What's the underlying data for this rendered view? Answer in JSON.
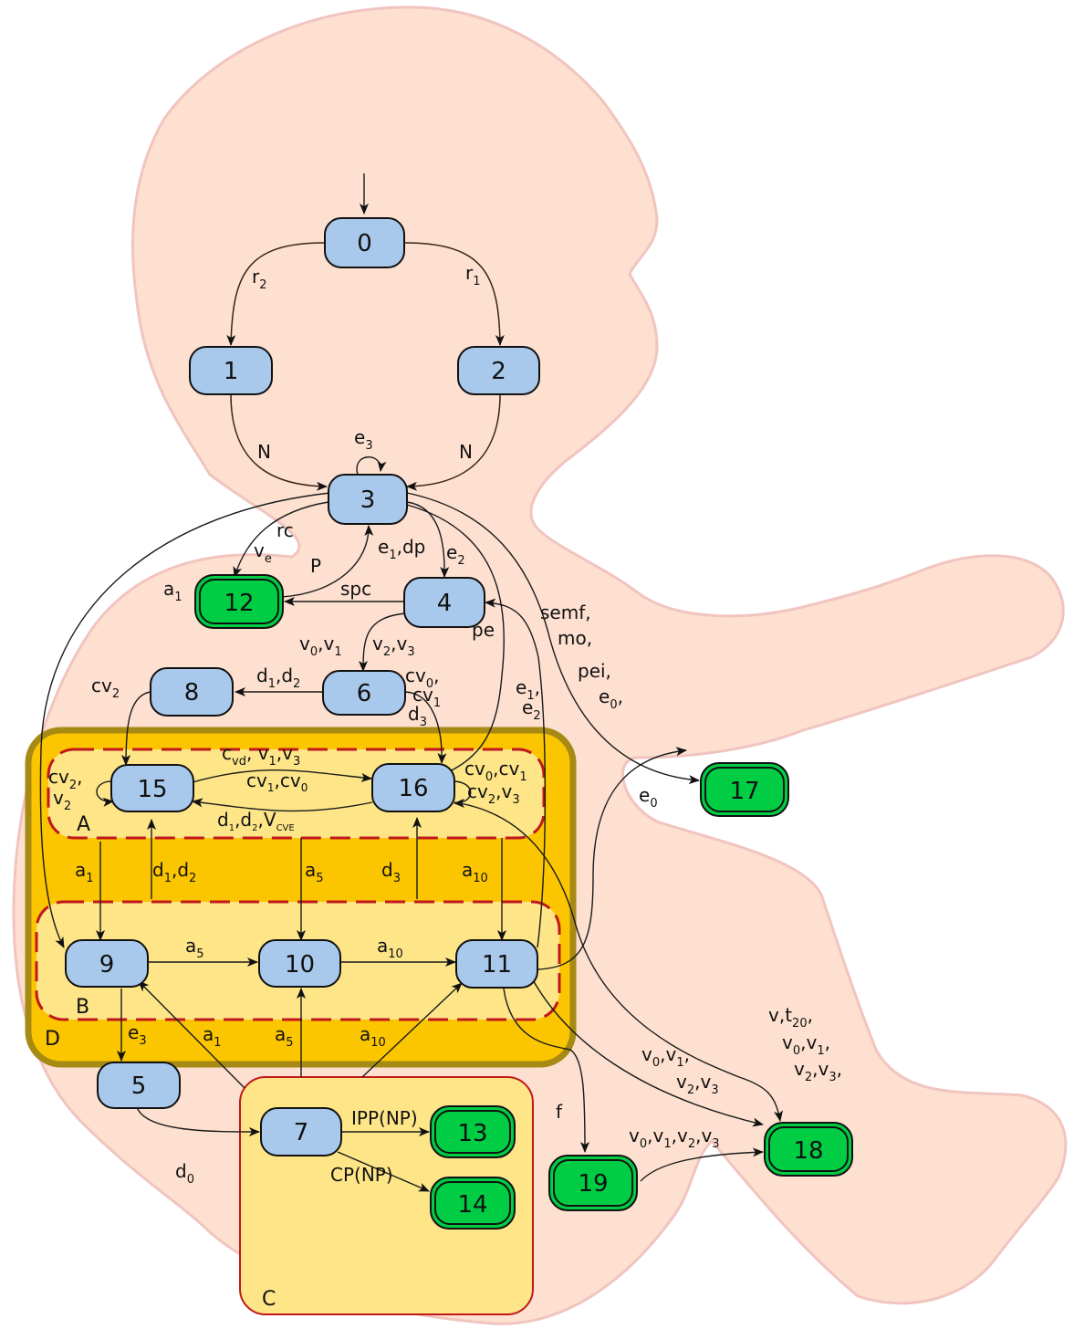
{
  "nodes": {
    "n0": "0",
    "n1": "1",
    "n2": "2",
    "n3": "3",
    "n4": "4",
    "n5": "5",
    "n6": "6",
    "n7": "7",
    "n8": "8",
    "n9": "9",
    "n10": "10",
    "n11": "11",
    "n12": "12",
    "n13": "13",
    "n14": "14",
    "n15": "15",
    "n16": "16",
    "n17": "17",
    "n18": "18",
    "n19": "19"
  },
  "regions": {
    "A": "A",
    "B": "B",
    "C": "C",
    "D": "D"
  },
  "labels": {
    "r2": [
      "r",
      "2"
    ],
    "r1": [
      "r",
      "1"
    ],
    "n_left": "N",
    "n_right": "N",
    "e3_loop": [
      "e",
      "3"
    ],
    "rc": "rc",
    "ve": [
      "v",
      "e"
    ],
    "p": "P",
    "a1_top": [
      "a",
      "1"
    ],
    "e1dp": "e",
    "e1dp_sub": "1",
    "e1dp_rest": ",dp",
    "e2_top": [
      "e",
      "2"
    ],
    "spc": "spc",
    "v0v1": [
      "v",
      "0",
      ",v",
      "1"
    ],
    "v2v3": [
      "v",
      "2",
      ",v",
      "3"
    ],
    "pe": "pe",
    "semf": "semf,",
    "mo": "mo,",
    "pei": "pei,",
    "e0_top": [
      "e",
      "0",
      ","
    ],
    "e1e2_a": [
      "e",
      "1",
      ","
    ],
    "e1e2_b": [
      "e",
      "2"
    ],
    "cv2_top": [
      "cv",
      "2"
    ],
    "d1d2_top": [
      "d",
      "1",
      ",d",
      "2"
    ],
    "cv0cv1_a": [
      "cv",
      "0",
      ","
    ],
    "cv0cv1_b": [
      "cv",
      "1"
    ],
    "d3_top": [
      "d",
      "3"
    ],
    "cvd_v1v3": [
      "c",
      "vd",
      ",  v",
      "1",
      ",v",
      "3"
    ],
    "cv1cv0": [
      "cv",
      "1",
      ",cv",
      "0"
    ],
    "d1d2vcve": [
      "d",
      "1",
      ",d",
      "2",
      ",V",
      "CVE"
    ],
    "loop15_a": [
      "cv",
      "2",
      ","
    ],
    "loop15_b": [
      "v",
      "2"
    ],
    "loop16_a": [
      "cv",
      "0",
      ",cv",
      "1"
    ],
    "loop16_b": [
      "cv",
      "2",
      ",v",
      "3"
    ],
    "e0_right": [
      "e",
      "0"
    ],
    "a1_mid": [
      "a",
      "1"
    ],
    "d1d2_mid": [
      "d",
      "1",
      ",d",
      "2"
    ],
    "a5_mid": [
      "a",
      "5"
    ],
    "d3_mid": [
      "d",
      "3"
    ],
    "a10_mid": [
      "a",
      "10"
    ],
    "a5_row": [
      "a",
      "5"
    ],
    "a10_row": [
      "a",
      "10"
    ],
    "e3_bottom": [
      "e",
      "3"
    ],
    "a1_bottom": [
      "a",
      "1"
    ],
    "a5_bottom": [
      "a",
      "5"
    ],
    "a10_bottom": [
      "a",
      "10"
    ],
    "d0": [
      "d",
      "0"
    ],
    "ipp": "IPP(NP)",
    "cp": "CP(NP)",
    "f": "f",
    "v_t20": [
      "v,t",
      "20",
      ","
    ],
    "v0v1_18": [
      "v",
      "0",
      ",v",
      "1",
      ","
    ],
    "v2v3_18": [
      "v",
      "2",
      ",v",
      "3",
      ","
    ],
    "v0v1_11": [
      "v",
      "0",
      ",v",
      "1",
      ","
    ],
    "v2v3_11": [
      "v",
      "2",
      ",v",
      "3"
    ],
    "v0123_19": [
      "v",
      "0",
      ",v",
      "1",
      ",v",
      "2",
      ",v",
      "3"
    ]
  },
  "colors": {
    "body": "#fde0d0",
    "state": "#a9c9ec",
    "final_state": "#00cc44",
    "region_D": "#fbc500",
    "region_inner": "#fde588",
    "dashed_border": "#c0181c"
  }
}
